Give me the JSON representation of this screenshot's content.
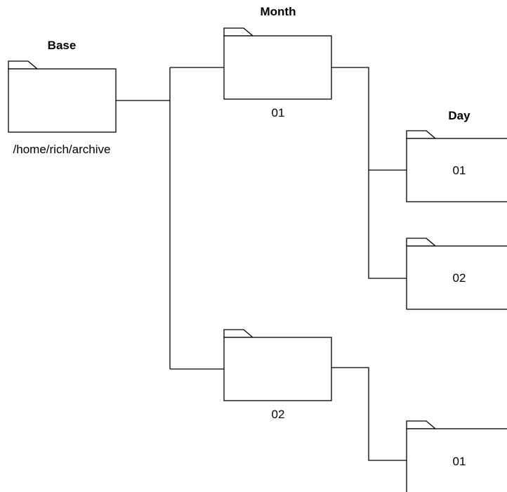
{
  "headings": {
    "base": "Base",
    "month": "Month",
    "day": "Day"
  },
  "base_folder": {
    "label": "/home/rich/archive"
  },
  "month_folders": [
    {
      "label": "01"
    },
    {
      "label": "02"
    }
  ],
  "day_folders": [
    {
      "label": "01",
      "parent_month": "01"
    },
    {
      "label": "02",
      "parent_month": "01"
    },
    {
      "label": "01",
      "parent_month": "02"
    }
  ],
  "colors": {
    "stroke": "#000000",
    "fill": "#ffffff",
    "text": "#000000"
  },
  "icons": {
    "folder": "folder-icon"
  }
}
